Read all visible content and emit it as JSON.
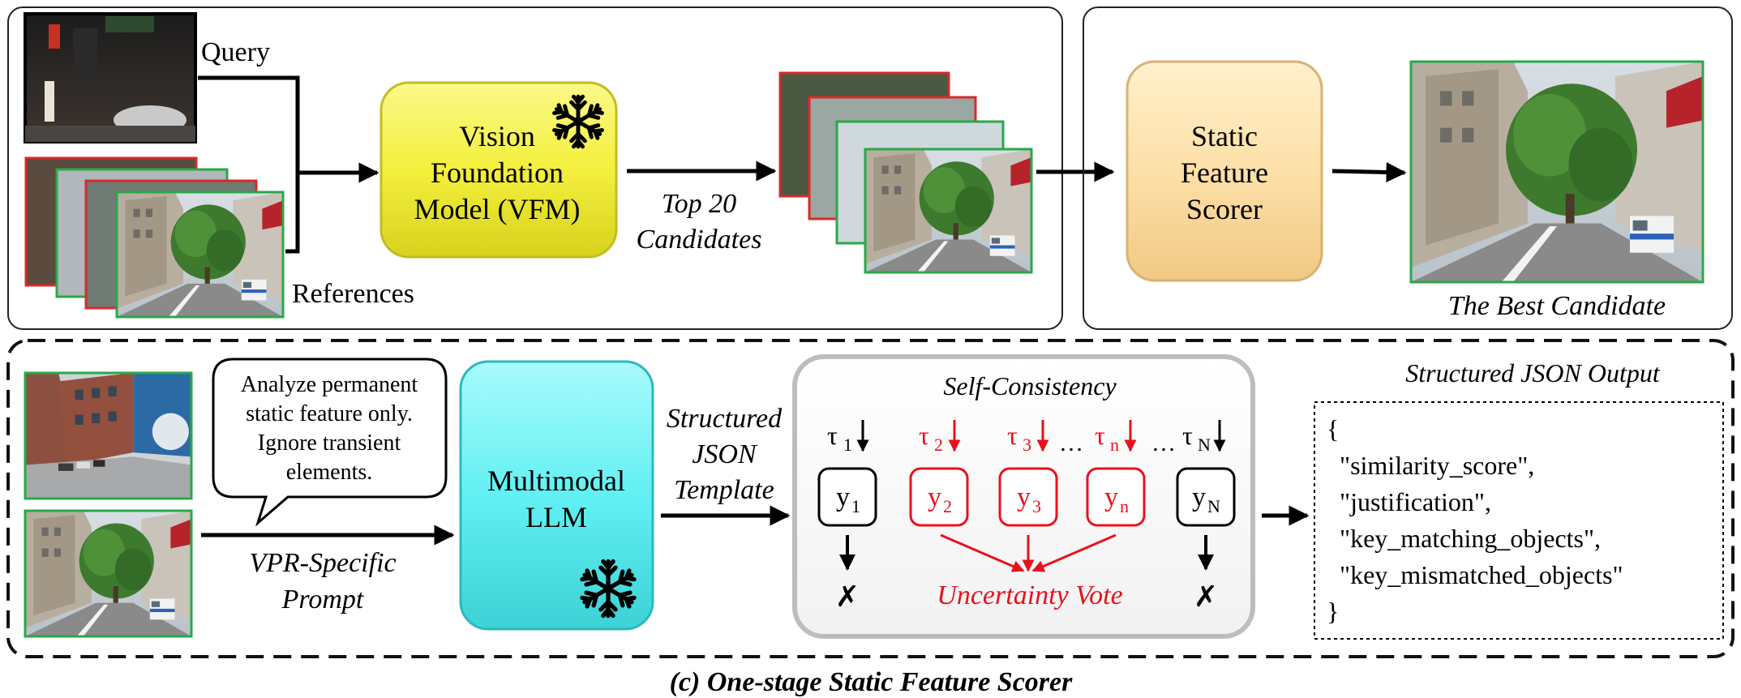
{
  "top_left": {
    "query_label": "Query",
    "references_label": "References",
    "vfm_line1": "Vision",
    "vfm_line2": "Foundation",
    "vfm_line3": "Model (VFM)",
    "top20_line1": "Top 20",
    "top20_line2": "Candidates"
  },
  "top_right": {
    "scorer_line1": "Static",
    "scorer_line2": "Feature",
    "scorer_line3": "Scorer",
    "best_candidate_label": "The Best Candidate"
  },
  "bottom": {
    "prompt_bubble_line1": "Analyze permanent",
    "prompt_bubble_line2": "static feature only.",
    "prompt_bubble_line3": "Ignore transient",
    "prompt_bubble_line4": "elements.",
    "vpr_prompt_line1": "VPR-Specific",
    "vpr_prompt_line2": "Prompt",
    "llm_line1": "Multimodal",
    "llm_line2": "LLM",
    "template_line1": "Structured",
    "template_line2": "JSON",
    "template_line3": "Template",
    "self_consistency_title": "Self-Consistency",
    "tau_labels": [
      "τ",
      "τ",
      "τ",
      "τ",
      "τ"
    ],
    "tau_subscripts": [
      "1",
      "2",
      "3",
      "n",
      "N"
    ],
    "y_labels": [
      "y",
      "y",
      "y",
      "y",
      "y"
    ],
    "y_subscripts": [
      "1",
      "2",
      "3",
      "n",
      "N"
    ],
    "ellipsis": "…",
    "reject_mark": "✗",
    "uncertainty_vote": "Uncertainty Vote",
    "json_title": "Structured JSON Output",
    "json_lines": [
      "{",
      "\"similarity_score\",",
      "\"justification\",",
      "\"key_matching_objects\",",
      "\"key_mismatched_objects\"",
      "}"
    ]
  },
  "caption": "(c) One-stage Static Feature Scorer",
  "colors": {
    "vfm_yellow": "#f4f04a",
    "scorer_peach": "#fde0a8",
    "llm_cyan": "#6ff3f5",
    "red_accent": "#e8111b",
    "green_border": "#2aa84a",
    "red_border": "#d72b2b"
  },
  "icons": [
    "snowflake-icon",
    "street-photo-thumbnail"
  ]
}
